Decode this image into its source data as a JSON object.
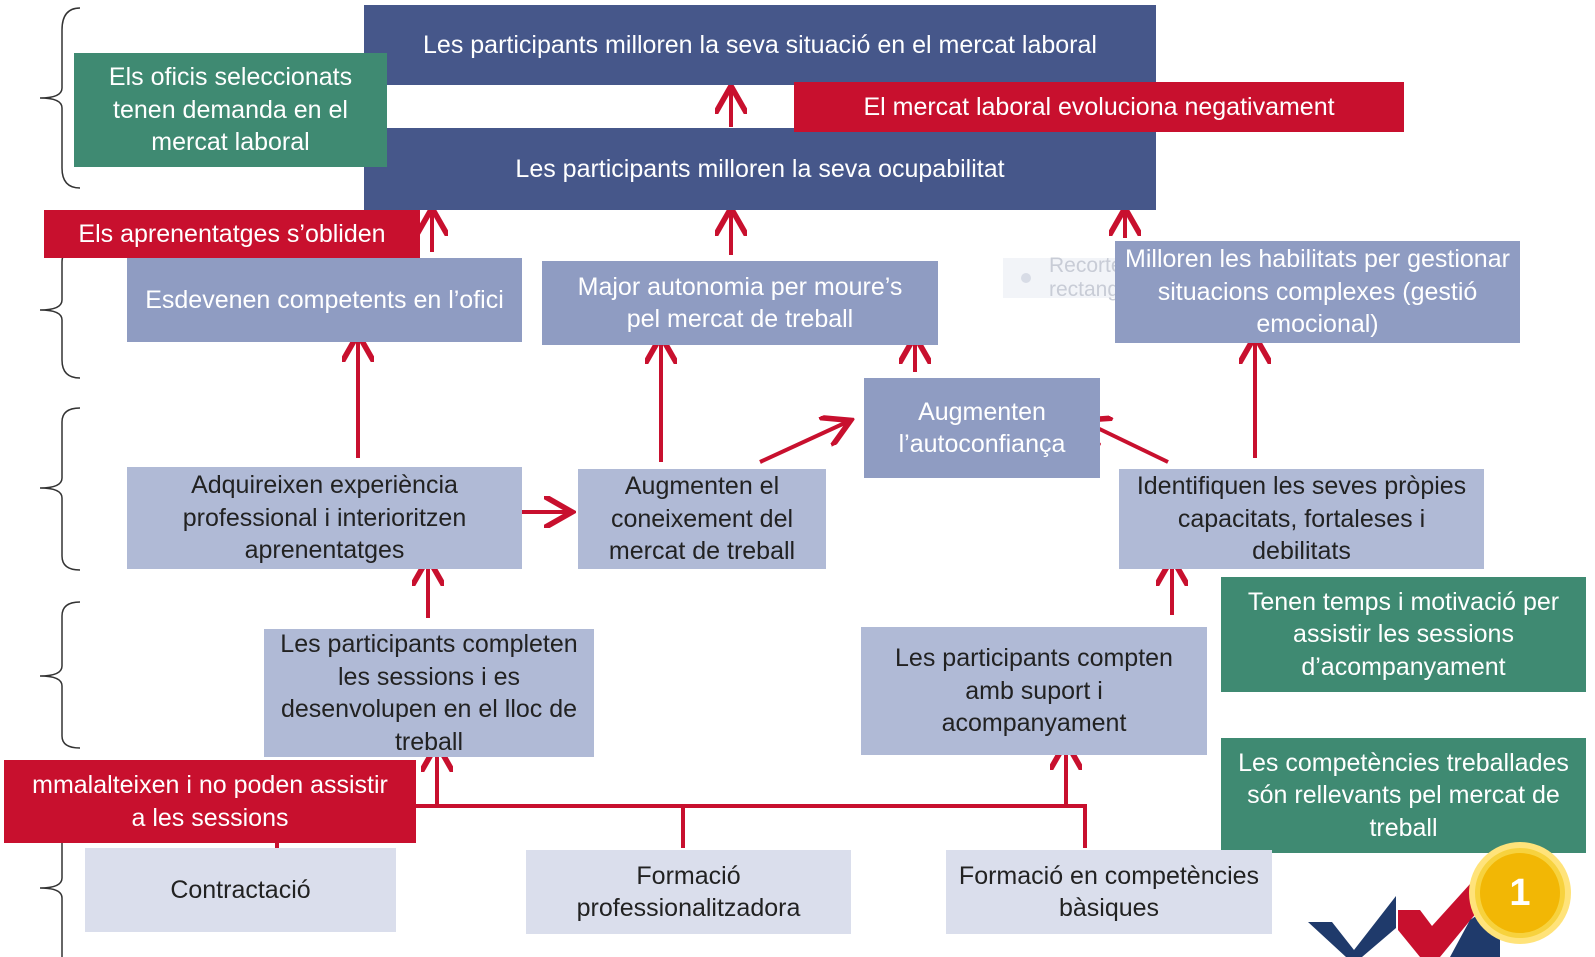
{
  "boxes": {
    "impact_top": "Les participants milloren la seva situació en el mercat laboral",
    "impact_employability": "Les participants milloren la seva ocupabilitat",
    "risk_market": "El mercat laboral evoluciona negativament",
    "assume_trades": "Els oficis seleccionats tenen demanda en el mercat laboral",
    "risk_forget": "Els aprenentatges s’obliden",
    "competent": "Esdevenen competents en l’ofici",
    "autonomy": "Major autonomia per moure’s pel mercat de treball",
    "skills": "Milloren les habilitats per gestionar situacions complexes (gestió emocional)",
    "selfconf": "Augmenten l’autoconfiança",
    "experience": "Adquireixen experiència professional i interioritzen aprenentatges",
    "knowledge": "Augmenten el coneixement del mercat de treball",
    "identify": "Identifiquen les seves pròpies capacitats, fortaleses i debilitats",
    "assume_time": "Tenen temps i motivació per assistir les sessions d’acompanyament",
    "complete": "Les participants completen les sessions i es desenvolupen en el lloc de treball",
    "support": "Les participants compten amb suport i acompanyament",
    "risk_sick": "mmalalteixen i no poden assistir\na les sessions",
    "assume_comp": "Les competències treballades són rellevants pel mercat de treball",
    "contract": "Contractació",
    "training": "Formació professionalitzadora",
    "basic": "Formació en competències bàsiques"
  },
  "ghost_label": "Recorte rectangular",
  "badge": "1",
  "colors": {
    "dark_navy": "#46578a",
    "mid_blue": "#8f9cc2",
    "light_blue": "#b0bad6",
    "pale_blue": "#dadeec",
    "risk_red": "#c8102e",
    "assumption_green": "#3f8a72",
    "badge_yellow": "#f2b705"
  }
}
